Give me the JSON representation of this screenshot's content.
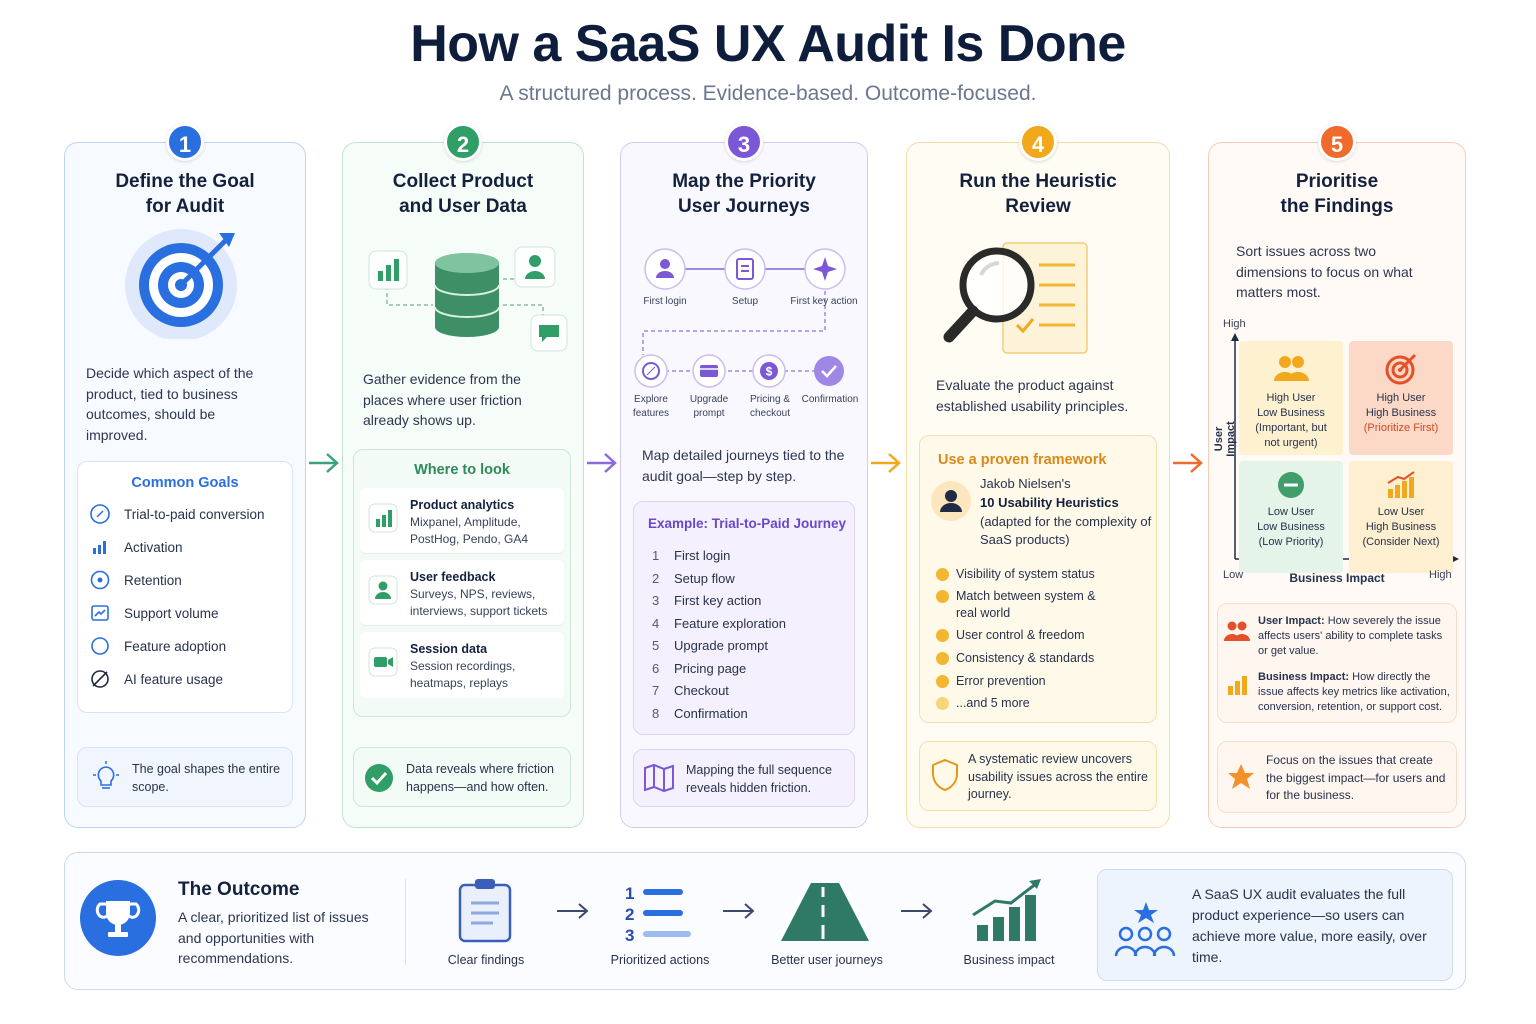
{
  "header": {
    "title": "How a SaaS UX Audit Is Done",
    "subtitle": "A structured process. Evidence-based. Outcome-focused."
  },
  "colors": {
    "blue": "#2a6fe0",
    "green": "#2f9e67",
    "purple": "#7b58d6",
    "amber": "#f2a81d",
    "orange": "#f06a2c"
  },
  "step1": {
    "number": "1",
    "title_line1": "Define the Goal",
    "title_line2": "for Audit",
    "icon": "target-icon",
    "description": "Decide which aspect of the product, tied to business outcomes, should be improved.",
    "goals_title": "Common Goals",
    "goals": [
      {
        "label": "Trial-to-paid conversion",
        "icon": "compass-icon"
      },
      {
        "label": "Activation",
        "icon": "bar-chart-icon"
      },
      {
        "label": "Retention",
        "icon": "retention-icon"
      },
      {
        "label": "Support volume",
        "icon": "support-icon"
      },
      {
        "label": "Feature adoption",
        "icon": "circle-icon"
      },
      {
        "label": "AI feature usage",
        "icon": "ai-icon"
      }
    ],
    "note": "The goal shapes the entire scope."
  },
  "step2": {
    "number": "2",
    "title_line1": "Collect Product",
    "title_line2": "and User Data",
    "icon": "database-icon",
    "description": "Gather evidence from the places where user friction already shows up.",
    "look_title": "Where to look",
    "sources": [
      {
        "title": "Product analytics",
        "detail": "Mixpanel, Amplitude, PostHog, Pendo, GA4",
        "icon": "analytics-icon"
      },
      {
        "title": "User feedback",
        "detail": "Surveys, NPS, reviews, interviews, support tickets",
        "icon": "user-icon"
      },
      {
        "title": "Session data",
        "detail": "Session recordings, heatmaps, replays",
        "icon": "video-icon"
      }
    ],
    "note": "Data reveals where friction happens—and how often."
  },
  "step3": {
    "number": "3",
    "title_line1": "Map the Priority",
    "title_line2": "User Journeys",
    "journey_top": [
      "First login",
      "Setup",
      "First key action"
    ],
    "journey_bottom": [
      "Explore features",
      "Upgrade prompt",
      "Pricing & checkout",
      "Confirmation"
    ],
    "description": "Map detailed journeys tied to the audit goal—step by step.",
    "example_title": "Example: Trial-to-Paid Journey",
    "steps": [
      {
        "n": "1",
        "label": "First login"
      },
      {
        "n": "2",
        "label": "Setup flow"
      },
      {
        "n": "3",
        "label": "First key action"
      },
      {
        "n": "4",
        "label": "Feature exploration"
      },
      {
        "n": "5",
        "label": "Upgrade prompt"
      },
      {
        "n": "6",
        "label": "Pricing page"
      },
      {
        "n": "7",
        "label": "Checkout"
      },
      {
        "n": "8",
        "label": "Confirmation"
      }
    ],
    "note": "Mapping the full sequence reveals hidden friction."
  },
  "step4": {
    "number": "4",
    "title_line1": "Run the Heuristic",
    "title_line2": "Review",
    "icon": "magnifier-icon",
    "description": "Evaluate the product against established usability principles.",
    "framework_title": "Use a proven framework",
    "framework_author": "Jakob Nielsen's",
    "framework_name": "10 Usability Heuristics",
    "framework_note": "(adapted for the complexity of SaaS products)",
    "heuristics": [
      "Visibility of system status",
      "Match between system & real world",
      "User control & freedom",
      "Consistency & standards",
      "Error prevention",
      "...and 5 more"
    ],
    "note": "A systematic review uncovers usability issues across the entire journey."
  },
  "step5": {
    "number": "5",
    "title_line1": "Prioritise",
    "title_line2": "the Findings",
    "description": "Sort issues across two dimensions to focus on what matters most.",
    "matrix": {
      "y_axis": "User Impact",
      "x_axis": "Business Impact",
      "y_high": "High",
      "x_low": "Low",
      "x_high": "High",
      "quadrants": [
        {
          "line1": "High User",
          "line2": "Low Business",
          "line3": "(Important, but",
          "line4": "not urgent)",
          "icon": "users-icon"
        },
        {
          "line1": "High User",
          "line2": "High Business",
          "line3": "(Prioritize First)",
          "line4": "",
          "icon": "target-icon"
        },
        {
          "line1": "Low User",
          "line2": "Low Business",
          "line3": "(Low Priority)",
          "line4": "",
          "icon": "minus-icon"
        },
        {
          "line1": "Low User",
          "line2": "High Business",
          "line3": "(Consider Next)",
          "line4": "",
          "icon": "growth-icon"
        }
      ]
    },
    "defs": [
      {
        "term": "User Impact:",
        "text": "How severely the issue affects users' ability to complete tasks or get value."
      },
      {
        "term": "Business Impact:",
        "text": "How directly the issue affects key metrics like activation, conversion, retention, or support cost."
      }
    ],
    "note": "Focus on the issues that create the biggest impact—for users and for the business."
  },
  "outcome": {
    "title": "The Outcome",
    "description": "A clear, prioritized list of issues and opportunities with recommendations.",
    "flow": [
      "Clear findings",
      "Prioritized actions",
      "Better user journeys",
      "Business impact"
    ],
    "ranks": [
      "1",
      "2",
      "3"
    ],
    "summary": "A SaaS UX audit evaluates the full product experience—so users can achieve more value, more easily, over time."
  }
}
